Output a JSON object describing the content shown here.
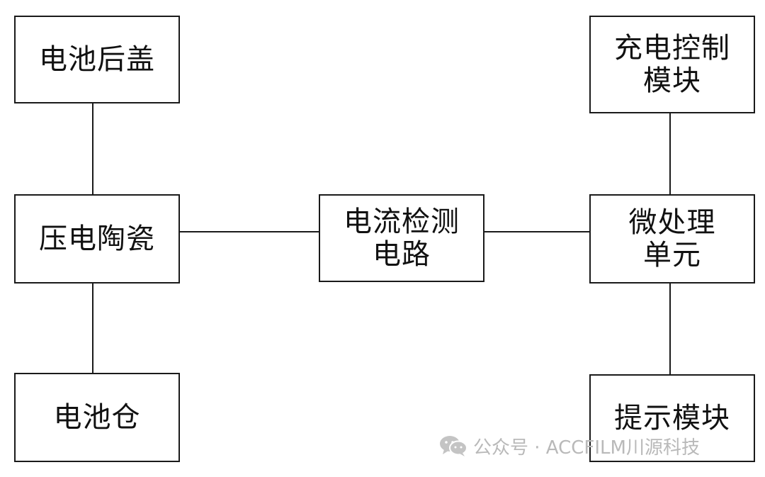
{
  "diagram": {
    "nodes": {
      "battery_back_cover": "电池后盖",
      "piezo_ceramic": "压电陶瓷",
      "battery_compartment": "电池仓",
      "current_detection": "电流检测\n电路",
      "charge_control": "充电控制\n模块",
      "microprocessor": "微处理\n单元",
      "prompt_module": "提示模块"
    },
    "connections": [
      [
        "battery_back_cover",
        "piezo_ceramic"
      ],
      [
        "piezo_ceramic",
        "battery_compartment"
      ],
      [
        "piezo_ceramic",
        "current_detection"
      ],
      [
        "current_detection",
        "microprocessor"
      ],
      [
        "charge_control",
        "microprocessor"
      ],
      [
        "microprocessor",
        "prompt_module"
      ]
    ]
  },
  "watermark": {
    "text": "公众号 · ACCFILM川源科技",
    "icon": "wechat-icon"
  },
  "colors": {
    "stroke": "#1a1a1a",
    "text": "#111111",
    "watermark": "#b9b9b9",
    "background": "#ffffff"
  }
}
